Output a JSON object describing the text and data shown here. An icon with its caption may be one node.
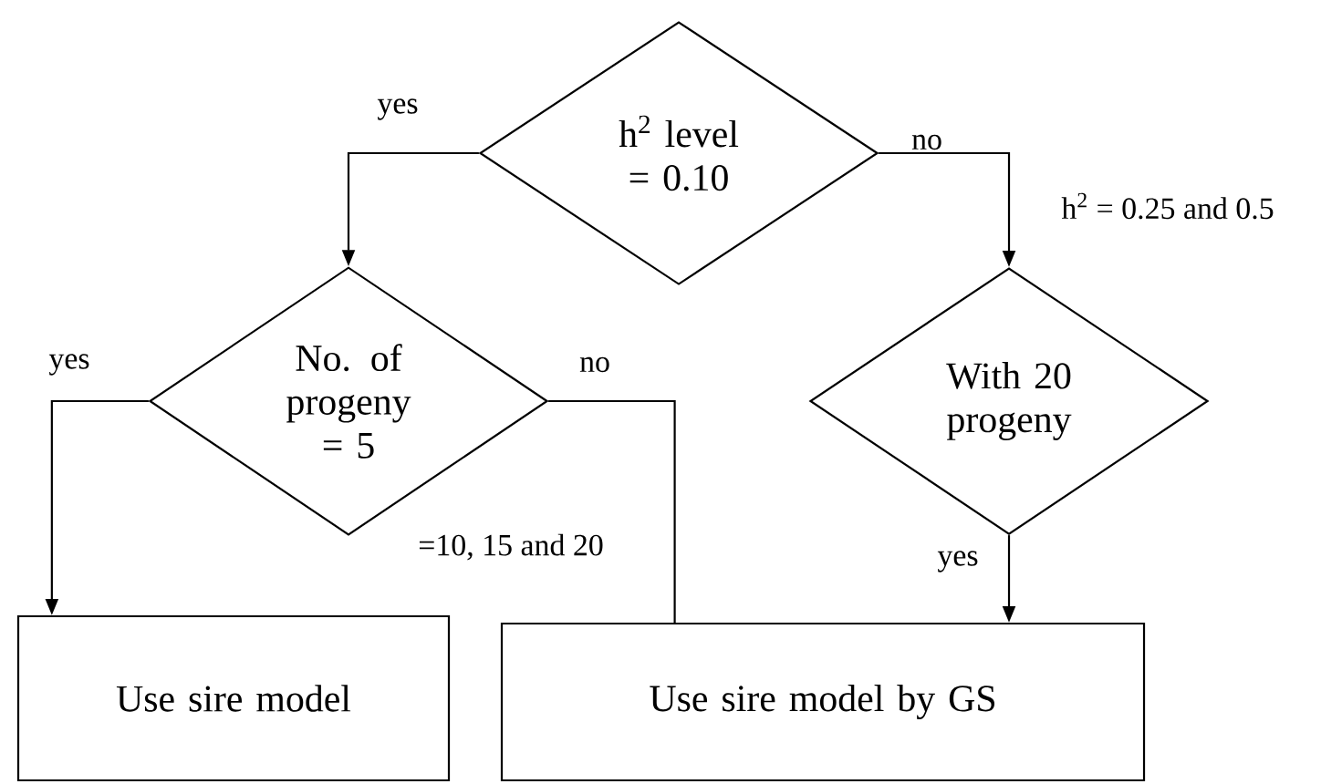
{
  "diagram": {
    "nodes": [
      {
        "text": [
          "h$^{2}$ level = 0.10"
        ]
      },
      {
        "text": [
          "No. of progeny = 5"
        ]
      },
      {
        "text": [
          "With 20 progeny"
        ]
      },
      {
        "text": [
          "Use sire model"
        ]
      },
      {
        "text": [
          "Use sire model by GS"
        ]
      }
    ],
    "edges": [
      {
        "from": 0,
        "to": 1,
        "arrow": "to",
        "label": "yes"
      },
      {
        "from": 0,
        "to": 2,
        "arrow": "to",
        "label": "no"
      },
      {
        "from": 1,
        "to": 3,
        "arrow": "to",
        "label": "yes"
      },
      {
        "from": 1,
        "to": 4,
        "arrow": "none",
        "label": "no"
      },
      {
        "from": 2,
        "to": 4,
        "arrow": "to",
        "label": "yes"
      }
    ],
    "labels": [
      "h$^{2}$ = 0.25 and 0.5",
      "=10, 15 and 20"
    ]
  }
}
